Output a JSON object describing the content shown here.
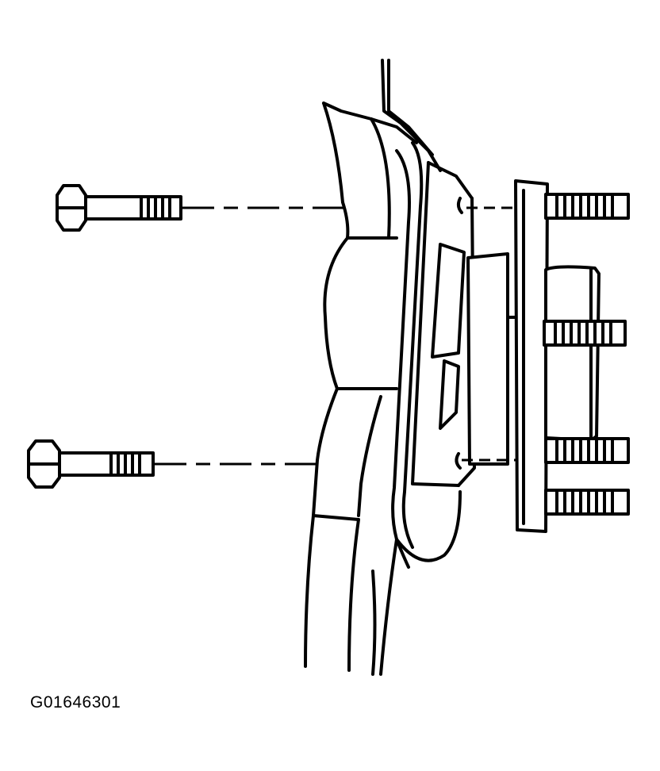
{
  "figure": {
    "caption": "G01646301",
    "parts": [
      "upper-bolt",
      "lower-bolt",
      "steering-knuckle",
      "hub-bearing-assembly",
      "wheel-studs"
    ]
  }
}
